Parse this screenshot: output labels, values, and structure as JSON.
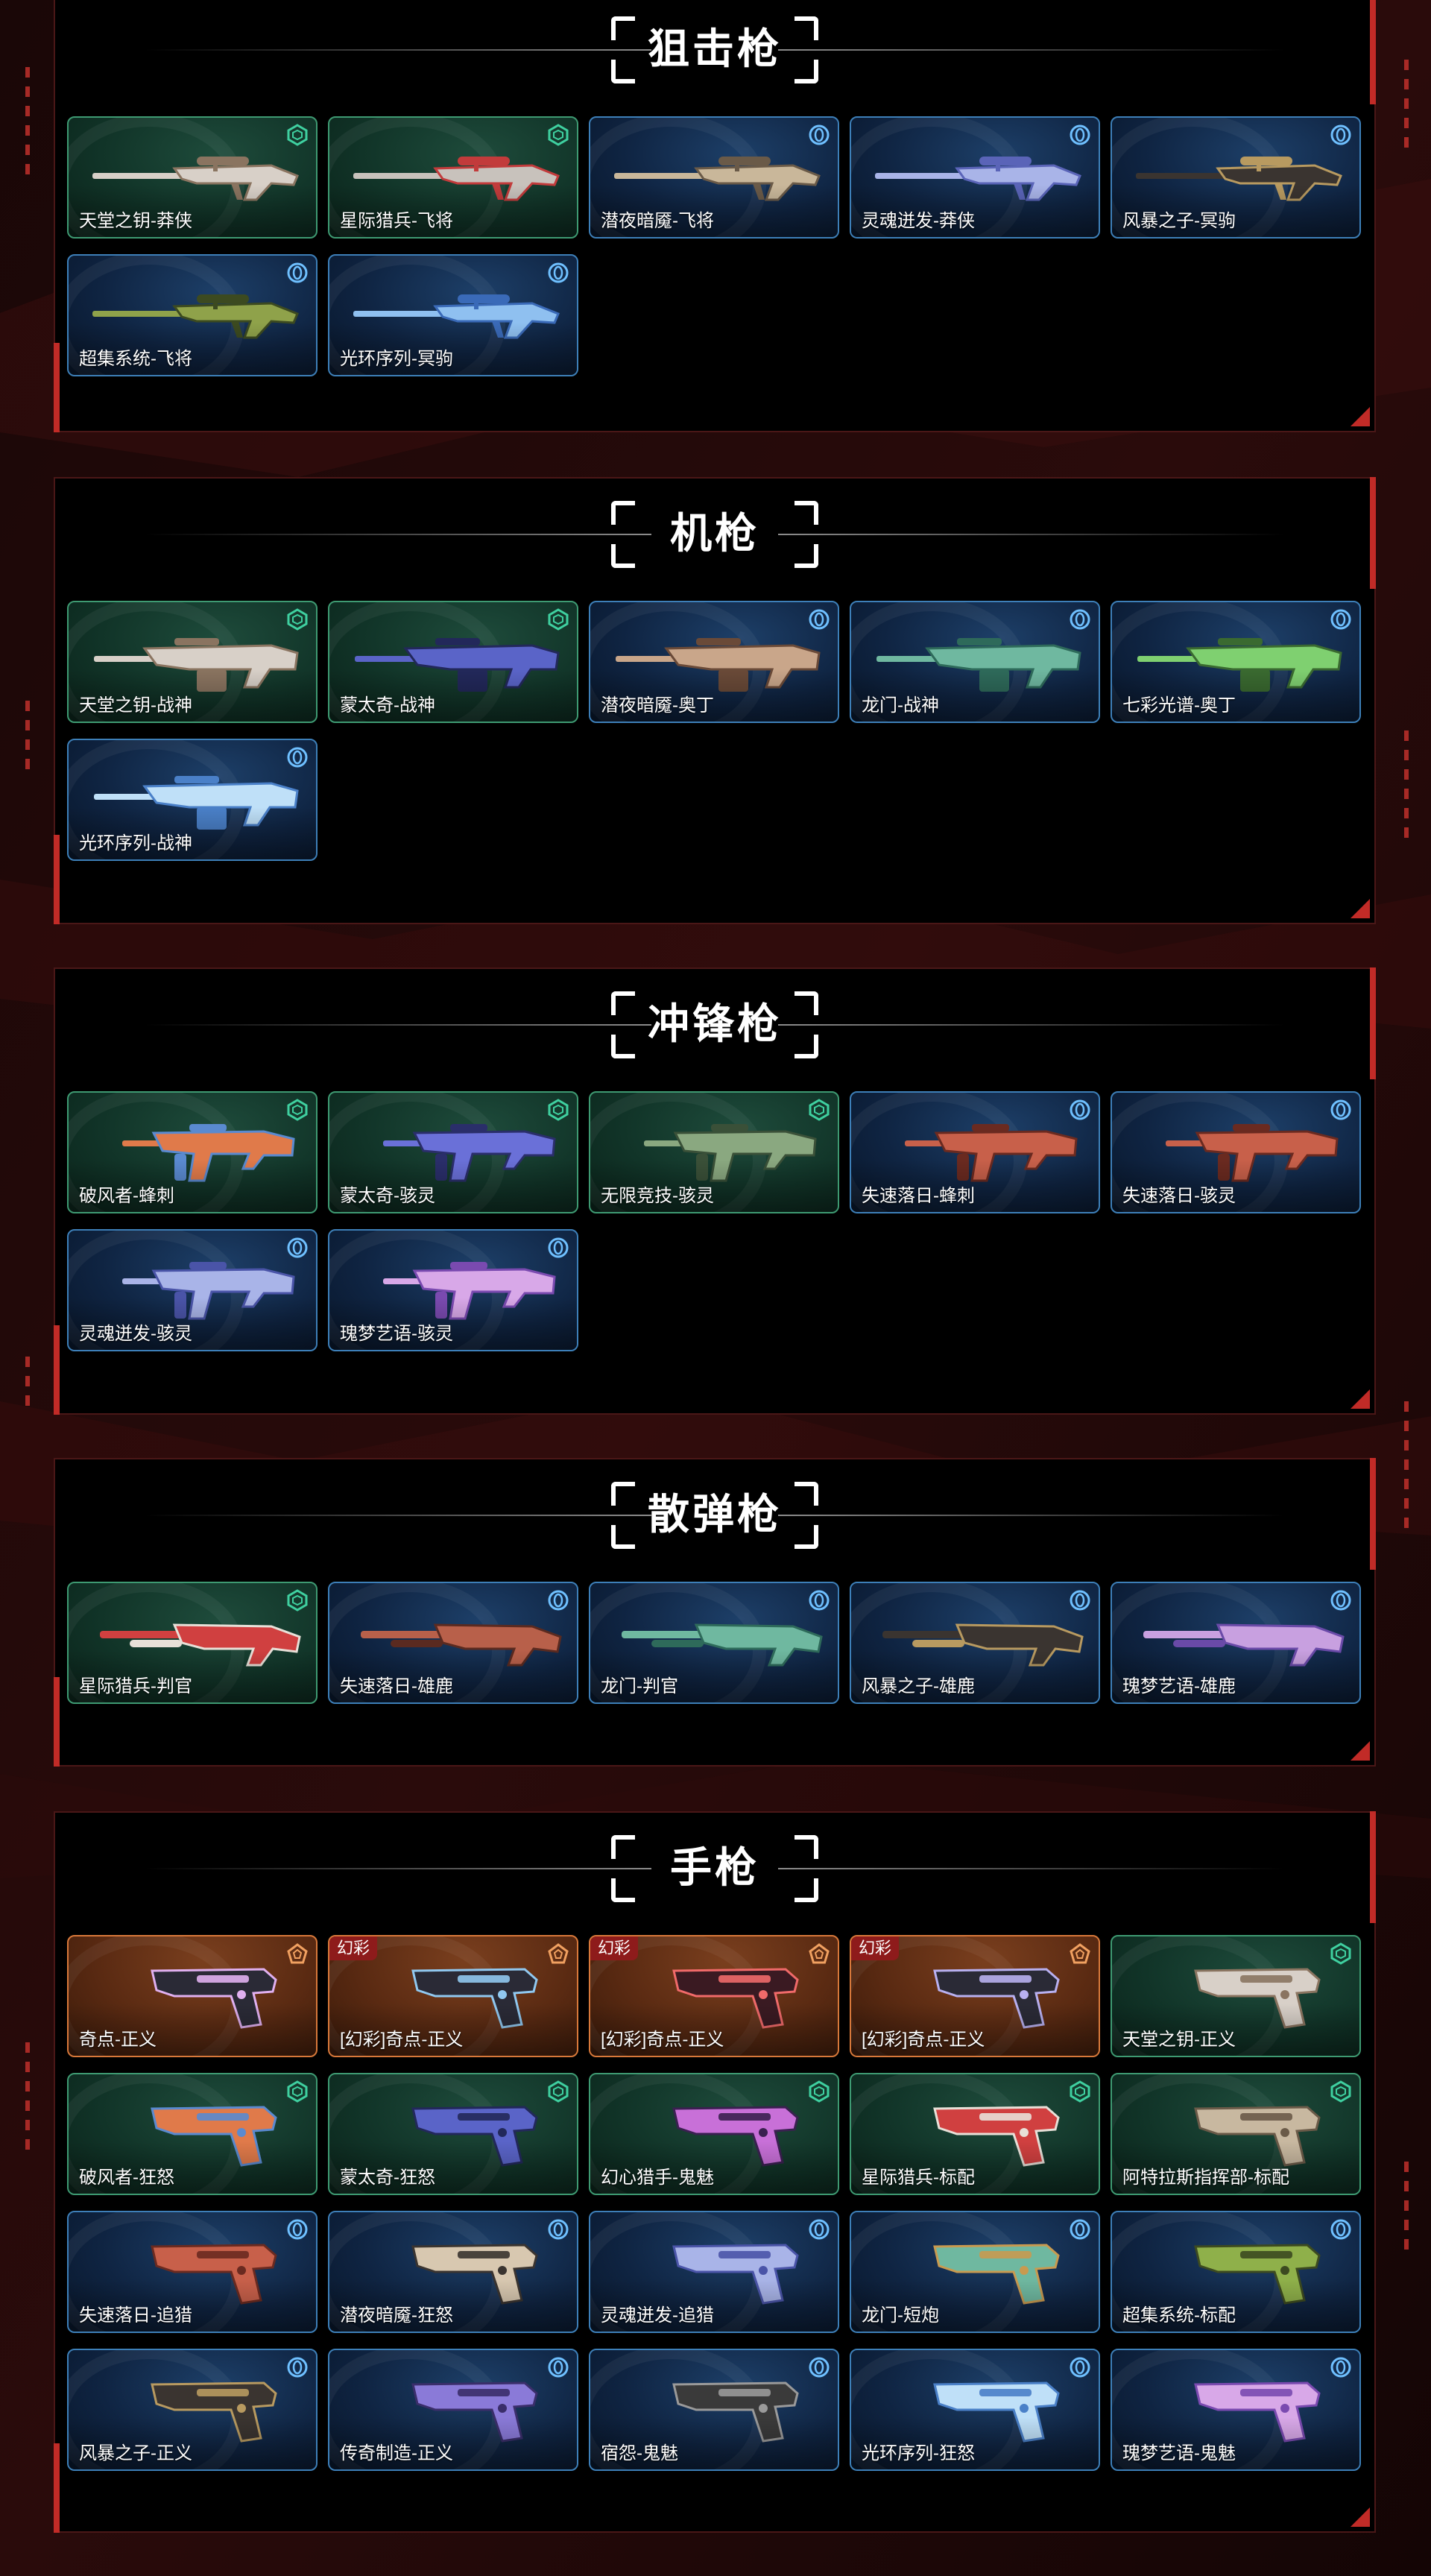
{
  "colors": {
    "page_bg": "#0d0606",
    "accent_red": "#c12b27",
    "blue_border": "#3d7fb8",
    "green_border": "#3e9a72",
    "orange_border": "#d7783a"
  },
  "sections": [
    {
      "id": "sniper",
      "title": "狙击枪",
      "items": [
        {
          "label": "天堂之钥-莽侠",
          "tier": "green",
          "gun": "sniper-icon",
          "c": [
            "#d8d0c8",
            "#8a7460"
          ]
        },
        {
          "label": "星际猎兵-飞将",
          "tier": "green",
          "gun": "sniper-icon",
          "c": [
            "#c8c2bc",
            "#c23b3b"
          ]
        },
        {
          "label": "潜夜暗魇-飞将",
          "tier": "blue",
          "gun": "sniper-icon",
          "c": [
            "#c9b79a",
            "#6a5a48"
          ]
        },
        {
          "label": "灵魂迸发-莽侠",
          "tier": "blue",
          "gun": "sniper-icon",
          "c": [
            "#a9b4e8",
            "#5a64b8"
          ]
        },
        {
          "label": "风暴之子-冥驹",
          "tier": "blue",
          "gun": "sniper-icon",
          "c": [
            "#3a3430",
            "#b89a60"
          ]
        },
        {
          "label": "超集系统-飞将",
          "tier": "blue",
          "gun": "sniper-icon",
          "c": [
            "#8fa24a",
            "#3c4a20"
          ]
        },
        {
          "label": "光环序列-冥驹",
          "tier": "blue",
          "gun": "sniper-icon",
          "c": [
            "#8fc0f0",
            "#3a6ab8"
          ]
        }
      ]
    },
    {
      "id": "mg",
      "title": "机枪",
      "items": [
        {
          "label": "天堂之钥-战神",
          "tier": "green",
          "gun": "machine-gun-icon",
          "c": [
            "#d8d0c8",
            "#8a7460"
          ]
        },
        {
          "label": "蒙太奇-战神",
          "tier": "green",
          "gun": "machine-gun-icon",
          "c": [
            "#5a64c8",
            "#22285a"
          ]
        },
        {
          "label": "潜夜暗魇-奥丁",
          "tier": "blue",
          "gun": "machine-gun-icon",
          "c": [
            "#c9a68a",
            "#6a4a38"
          ]
        },
        {
          "label": "龙门-战神",
          "tier": "blue",
          "gun": "machine-gun-icon",
          "c": [
            "#6fb8a0",
            "#2e6a5a"
          ]
        },
        {
          "label": "七彩光谱-奥丁",
          "tier": "blue",
          "gun": "machine-gun-icon",
          "c": [
            "#7fd070",
            "#3a6a30"
          ]
        },
        {
          "label": "光环序列-战神",
          "tier": "blue",
          "gun": "machine-gun-icon",
          "c": [
            "#bfe0f8",
            "#4a80c8"
          ]
        }
      ]
    },
    {
      "id": "smg",
      "title": "冲锋枪",
      "items": [
        {
          "label": "破风者-蜂刺",
          "tier": "green",
          "gun": "smg-icon",
          "c": [
            "#e07a4a",
            "#5a8ad0"
          ]
        },
        {
          "label": "蒙太奇-骇灵",
          "tier": "green",
          "gun": "smg-icon",
          "c": [
            "#6a70d8",
            "#2a2e6a"
          ]
        },
        {
          "label": "无限竞技-骇灵",
          "tier": "green",
          "gun": "smg-icon",
          "c": [
            "#8aa880",
            "#3a5038"
          ]
        },
        {
          "label": "失速落日-蜂刺",
          "tier": "blue",
          "gun": "smg-icon",
          "c": [
            "#c8604a",
            "#6a2a20"
          ]
        },
        {
          "label": "失速落日-骇灵",
          "tier": "blue",
          "gun": "smg-icon",
          "c": [
            "#c8604a",
            "#6a2a20"
          ]
        },
        {
          "label": "灵魂迸发-骇灵",
          "tier": "blue",
          "gun": "smg-icon",
          "c": [
            "#a9b4e8",
            "#4a54a8"
          ]
        },
        {
          "label": "瑰梦艺语-骇灵",
          "tier": "blue",
          "gun": "smg-icon",
          "c": [
            "#d8a8e8",
            "#7a4ab0"
          ]
        }
      ]
    },
    {
      "id": "shotgun",
      "title": "散弹枪",
      "items": [
        {
          "label": "星际猎兵-判官",
          "tier": "green",
          "gun": "shotgun-icon",
          "c": [
            "#d04040",
            "#e8e0d8"
          ]
        },
        {
          "label": "失速落日-雄鹿",
          "tier": "blue",
          "gun": "shotgun-icon",
          "c": [
            "#b8604a",
            "#5a2a20"
          ]
        },
        {
          "label": "龙门-判官",
          "tier": "blue",
          "gun": "shotgun-icon",
          "c": [
            "#6fb8a0",
            "#2e6a5a"
          ]
        },
        {
          "label": "风暴之子-雄鹿",
          "tier": "blue",
          "gun": "shotgun-icon",
          "c": [
            "#3a3430",
            "#b89a60"
          ]
        },
        {
          "label": "瑰梦艺语-雄鹿",
          "tier": "blue",
          "gun": "shotgun-icon",
          "c": [
            "#c8a0e0",
            "#6a4aa8"
          ]
        }
      ]
    },
    {
      "id": "pistol",
      "title": "手枪",
      "items": [
        {
          "label": "奇点-正义",
          "tier": "orange",
          "badge": "",
          "gun": "pistol-icon",
          "c": [
            "#2a2a36",
            "#e0b0f0"
          ]
        },
        {
          "label": "[幻彩]奇点-正义",
          "tier": "orange",
          "badge": "幻彩",
          "gun": "pistol-icon",
          "c": [
            "#2a2a36",
            "#90c8f0"
          ]
        },
        {
          "label": "[幻彩]奇点-正义",
          "tier": "orange",
          "badge": "幻彩",
          "gun": "pistol-icon",
          "c": [
            "#3a1a22",
            "#f06a6a"
          ]
        },
        {
          "label": "[幻彩]奇点-正义",
          "tier": "orange",
          "badge": "幻彩",
          "gun": "pistol-icon",
          "c": [
            "#2a2a36",
            "#b8b0f0"
          ]
        },
        {
          "label": "天堂之钥-正义",
          "tier": "green",
          "badge": "",
          "gun": "pistol-icon",
          "c": [
            "#d8d0c8",
            "#8a7460"
          ]
        },
        {
          "label": "破风者-狂怒",
          "tier": "green",
          "badge": "",
          "gun": "pistol-icon",
          "c": [
            "#e07a4a",
            "#5a8ad0"
          ]
        },
        {
          "label": "蒙太奇-狂怒",
          "tier": "green",
          "badge": "",
          "gun": "pistol-icon",
          "c": [
            "#5a64c8",
            "#22285a"
          ]
        },
        {
          "label": "幻心猎手-鬼魅",
          "tier": "green",
          "badge": "",
          "gun": "pistol-icon",
          "c": [
            "#c870d8",
            "#3a2050"
          ]
        },
        {
          "label": "星际猎兵-标配",
          "tier": "green",
          "badge": "",
          "gun": "pistol-icon",
          "c": [
            "#d04040",
            "#e8e0d8"
          ]
        },
        {
          "label": "阿特拉斯指挥部-标配",
          "tier": "green",
          "badge": "",
          "gun": "pistol-icon",
          "c": [
            "#c8b8a0",
            "#6a5a48"
          ]
        },
        {
          "label": "失速落日-追猎",
          "tier": "blue",
          "badge": "",
          "gun": "pistol-icon",
          "c": [
            "#c8604a",
            "#6a2a20"
          ]
        },
        {
          "label": "潜夜暗魇-狂怒",
          "tier": "blue",
          "badge": "",
          "gun": "pistol-icon",
          "c": [
            "#d8c8b0",
            "#3a3430"
          ]
        },
        {
          "label": "灵魂迸发-追猎",
          "tier": "blue",
          "badge": "",
          "gun": "pistol-icon",
          "c": [
            "#a9b4e8",
            "#4a54a8"
          ]
        },
        {
          "label": "龙门-短炮",
          "tier": "blue",
          "badge": "",
          "gun": "pistol-icon",
          "c": [
            "#6fb8a0",
            "#c89a50"
          ]
        },
        {
          "label": "超集系统-标配",
          "tier": "blue",
          "badge": "",
          "gun": "pistol-icon",
          "c": [
            "#8fb04a",
            "#3c4a20"
          ]
        },
        {
          "label": "风暴之子-正义",
          "tier": "blue",
          "badge": "",
          "gun": "pistol-icon",
          "c": [
            "#3a3430",
            "#b89a60"
          ]
        },
        {
          "label": "传奇制造-正义",
          "tier": "blue",
          "badge": "",
          "gun": "pistol-icon",
          "c": [
            "#8a7ad8",
            "#3a2e6a"
          ]
        },
        {
          "label": "宿怨-鬼魅",
          "tier": "blue",
          "badge": "",
          "gun": "pistol-icon",
          "c": [
            "#3a3a3a",
            "#9a9a9a"
          ]
        },
        {
          "label": "光环序列-狂怒",
          "tier": "blue",
          "badge": "",
          "gun": "pistol-icon",
          "c": [
            "#bfe0f8",
            "#4a80c8"
          ]
        },
        {
          "label": "瑰梦艺语-鬼魅",
          "tier": "blue",
          "badge": "",
          "gun": "pistol-icon",
          "c": [
            "#d8a8e8",
            "#7a4ab0"
          ]
        }
      ]
    }
  ]
}
